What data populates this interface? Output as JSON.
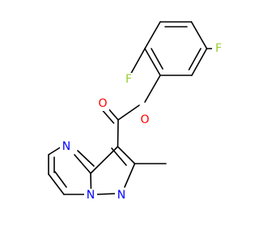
{
  "molecule": {
    "atoms": {
      "f_top": "F",
      "f_left": "F",
      "o_carbonyl": "O",
      "o_ester": "O",
      "n_pyrimidine": "N",
      "n_bridge": "N",
      "n_pyrazole": "N"
    },
    "colors": {
      "fluorine": "#9ACD32",
      "oxygen": "#FF0000",
      "nitrogen": "#0000FF",
      "bond": "#000000"
    }
  }
}
